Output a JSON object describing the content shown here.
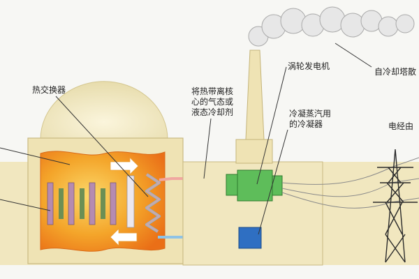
{
  "labels": {
    "heat_exchanger": "热交换器",
    "coolant": "将热带离核心的气态或液态冷却剂",
    "turbine": "涡轮发电机",
    "condenser": "冷凝蒸汽用的冷凝器",
    "cooling_tower": "自冷却塔散",
    "power_line": "电经由"
  },
  "colors": {
    "reactor_wall": "#efe3b4",
    "core_hot": "#f5a623",
    "core_orange": "#ee7a1c",
    "fuel_rod": "#b58bb1",
    "rod_green": "#6c8f54",
    "generator": "#5ebd5a",
    "condenser": "#2f6fc2",
    "dome": "#f2e9c2",
    "smoke": "#e6e6e6",
    "pipe_hot": "#f0a7a0",
    "pipe_cool": "#8fc3e6"
  },
  "icons": {
    "flow_arrow": "arrow-right-icon",
    "return_arrow": "arrow-left-icon",
    "transmission_tower": "pylon-icon"
  }
}
